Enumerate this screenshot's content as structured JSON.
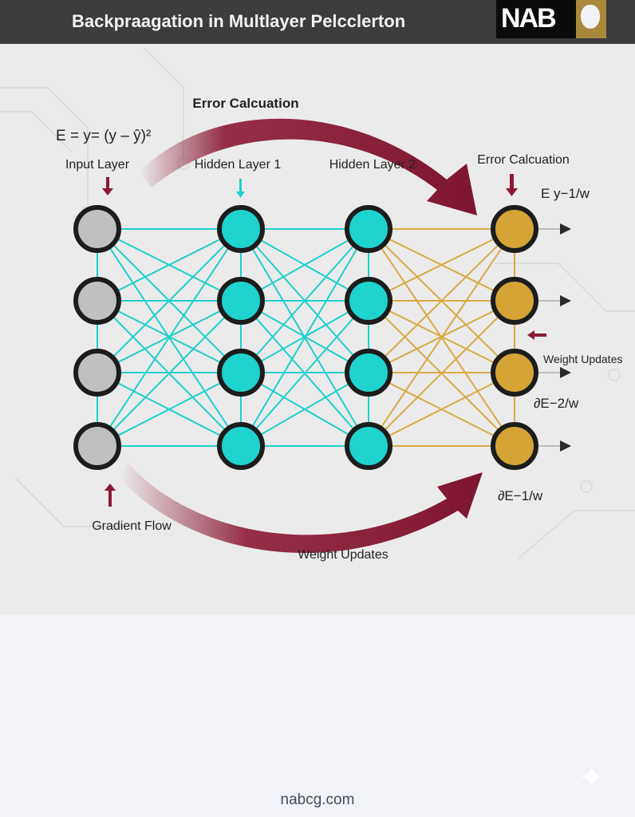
{
  "header": {
    "title": "Backpraagation in Multlayer Pelcclerton",
    "logo_text": "NAB"
  },
  "diagram": {
    "top_arrow_label": "Error Calcuation",
    "formula": "E = y= (y – ŷ)²",
    "layers": [
      {
        "label": "Input Layer",
        "nodes": 4,
        "color": "#c0c0c0"
      },
      {
        "label": "Hidden Layer 1",
        "nodes": 4,
        "color": "#1fd3cf"
      },
      {
        "label": "Hidden Layer 2",
        "nodes": 4,
        "color": "#1fd3cf"
      },
      {
        "label": "Error Calcuation",
        "nodes": 4,
        "color": "#d6a436"
      }
    ],
    "edge_colors": [
      "#1fd0cc",
      "#1fd0cc",
      "#d9ab45"
    ],
    "output_labels": {
      "top": "E  y−1/w",
      "weight_updates_right": "Weight Updates",
      "middle": "∂E−2/w",
      "bottom": "∂E−1/w"
    },
    "gradient_flow": "Gradient Flow",
    "bottom_arrow_label": "Weight Updates",
    "accent": "#8b1a35"
  },
  "footer": {
    "site": "nabcg.com"
  }
}
